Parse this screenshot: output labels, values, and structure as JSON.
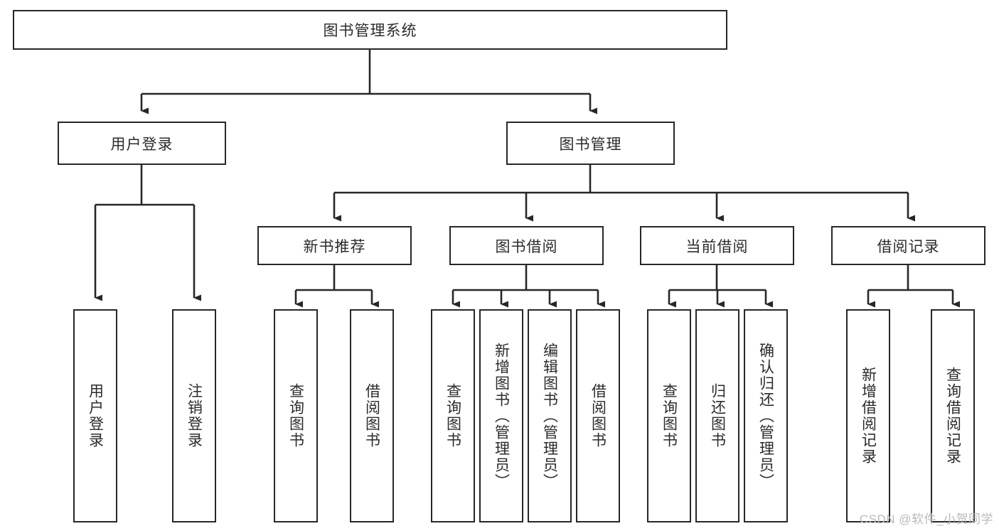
{
  "diagram": {
    "title": "图书管理系统",
    "type": "tree",
    "stroke_color": "#272727",
    "fill_color": "#ffffff",
    "text_color": "#2b2b2b",
    "root": {
      "id": "root",
      "label": "图书管理系统"
    },
    "level2": [
      {
        "id": "user-login",
        "label": "用户登录"
      },
      {
        "id": "book-manage",
        "label": "图书管理"
      }
    ],
    "level3": [
      {
        "id": "new-book-rec",
        "label": "新书推荐",
        "parent": "book-manage"
      },
      {
        "id": "book-borrow",
        "label": "图书借阅",
        "parent": "book-manage"
      },
      {
        "id": "current-borrow",
        "label": "当前借阅",
        "parent": "book-manage"
      },
      {
        "id": "borrow-record",
        "label": "借阅记录",
        "parent": "book-manage"
      }
    ],
    "leaves": [
      {
        "id": "leaf-user-login",
        "label": "用户登录",
        "parent": "user-login"
      },
      {
        "id": "leaf-logout",
        "label": "注销登录",
        "parent": "user-login"
      },
      {
        "id": "leaf-query-book-1",
        "label": "查询图书",
        "parent": "new-book-rec"
      },
      {
        "id": "leaf-borrow-book-1",
        "label": "借阅图书",
        "parent": "new-book-rec"
      },
      {
        "id": "leaf-query-book-2",
        "label": "查询图书",
        "parent": "book-borrow"
      },
      {
        "id": "leaf-add-book",
        "label": "新增图书（管理员）",
        "parent": "book-borrow"
      },
      {
        "id": "leaf-edit-book",
        "label": "编辑图书（管理员）",
        "parent": "book-borrow"
      },
      {
        "id": "leaf-borrow-book-2",
        "label": "借阅图书",
        "parent": "book-borrow"
      },
      {
        "id": "leaf-query-book-3",
        "label": "查询图书",
        "parent": "current-borrow"
      },
      {
        "id": "leaf-return-book",
        "label": "归还图书",
        "parent": "current-borrow"
      },
      {
        "id": "leaf-confirm-return",
        "label": "确认归还（管理员）",
        "parent": "current-borrow"
      },
      {
        "id": "leaf-add-record",
        "label": "新增借阅记录",
        "parent": "borrow-record"
      },
      {
        "id": "leaf-query-record",
        "label": "查询借阅记录",
        "parent": "borrow-record"
      }
    ]
  },
  "watermark": {
    "text": "CSDN @软件_小贺同学"
  }
}
